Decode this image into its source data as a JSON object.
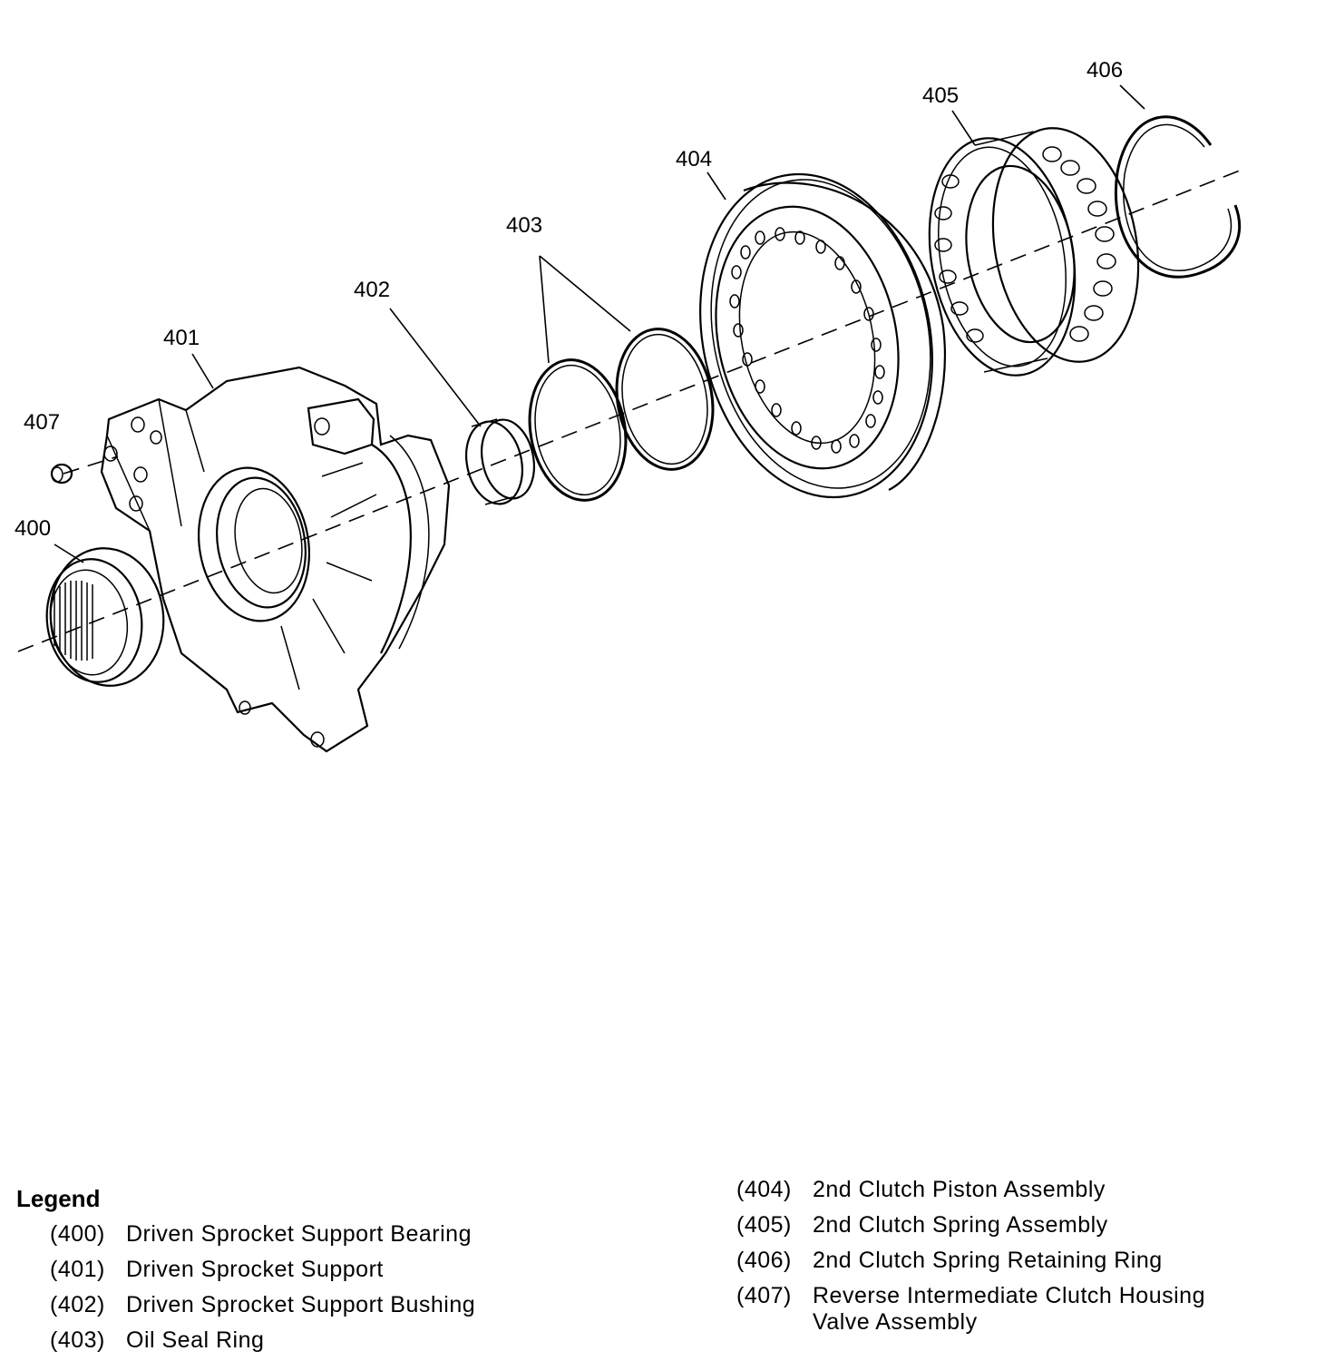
{
  "callouts": {
    "c400": "400",
    "c401": "401",
    "c402": "402",
    "c403": "403",
    "c404": "404",
    "c405": "405",
    "c406": "406",
    "c407": "407"
  },
  "legend": {
    "title": "Legend",
    "items": [
      {
        "code": "(400)",
        "desc": "Driven Sprocket Support Bearing"
      },
      {
        "code": "(401)",
        "desc": "Driven Sprocket Support"
      },
      {
        "code": "(402)",
        "desc": "Driven Sprocket Support Bushing"
      },
      {
        "code": "(403)",
        "desc": "Oil Seal Ring"
      },
      {
        "code": "(404)",
        "desc": "2nd Clutch Piston Assembly"
      },
      {
        "code": "(405)",
        "desc": "2nd Clutch Spring Assembly"
      },
      {
        "code": "(406)",
        "desc": "2nd Clutch Spring Retaining Ring"
      },
      {
        "code": "(407)",
        "desc": "Reverse Intermediate Clutch Housing",
        "desc2": "Valve Assembly"
      }
    ]
  }
}
